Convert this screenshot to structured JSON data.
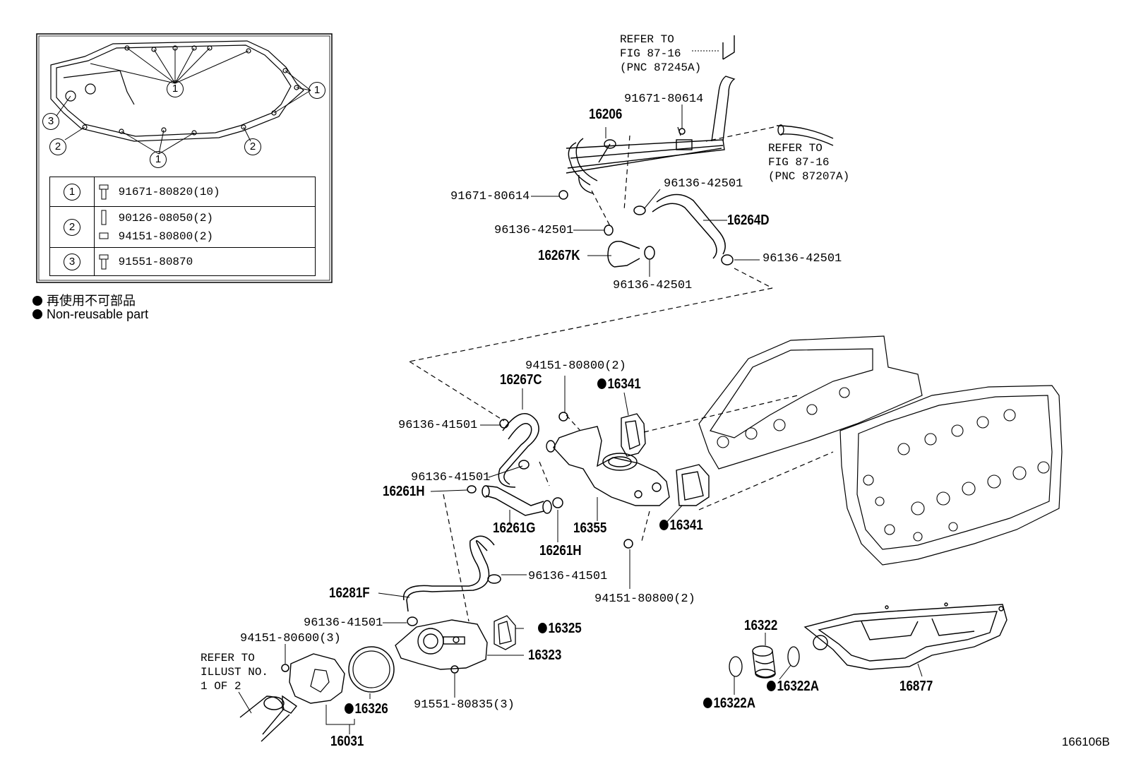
{
  "inset": {
    "callouts": [
      "1",
      "1",
      "1",
      "2",
      "2",
      "3"
    ],
    "key_rows": [
      {
        "marker": "1",
        "parts": [
          "91671-80820(10)"
        ]
      },
      {
        "marker": "2",
        "parts": [
          "90126-08050(2)",
          "94151-80800(2)"
        ]
      },
      {
        "marker": "3",
        "parts": [
          "91551-80870"
        ]
      }
    ]
  },
  "legend": {
    "japanese": "再使用不可部品",
    "english": "Non-reusable part"
  },
  "references": {
    "top_left": "REFER TO\nFIG 87-16\n(PNC 87245A)",
    "top_right": "REFER TO\nFIG 87-16\n(PNC 87207A)",
    "bottom_left": "REFER TO\nILLUST NO.\n1 OF 2"
  },
  "labels": {
    "p16206": "16206",
    "p91671_80614_top": "91671-80614",
    "p91671_80614_left": "91671-80614",
    "p96136_42501_a": "96136-42501",
    "p96136_42501_b": "96136-42501",
    "p96136_42501_c": "96136-42501",
    "p96136_42501_d": "96136-42501",
    "p16264D": "16264D",
    "p16267K": "16267K",
    "p94151_80800_top": "94151-80800(2)",
    "p16267C": "16267C",
    "p16341_top": "16341",
    "p96136_41501_a": "96136-41501",
    "p96136_41501_b": "96136-41501",
    "p96136_41501_c": "96136-41501",
    "p96136_41501_d": "96136-41501",
    "p16261H_left": "16261H",
    "p16261G": "16261G",
    "p16261H_bottom": "16261H",
    "p16355": "16355",
    "p16341_right": "16341",
    "p94151_80800_bottom": "94151-80800(2)",
    "p16281F": "16281F",
    "p94151_80600": "94151-80600(3)",
    "p16325": "16325",
    "p16323": "16323",
    "p16326": "16326",
    "p91551_80835": "91551-80835(3)",
    "p16031": "16031",
    "p16322": "16322",
    "p16322A_right": "16322A",
    "p16322A_left": "16322A",
    "p16877": "16877"
  },
  "figure_number": "166106B"
}
